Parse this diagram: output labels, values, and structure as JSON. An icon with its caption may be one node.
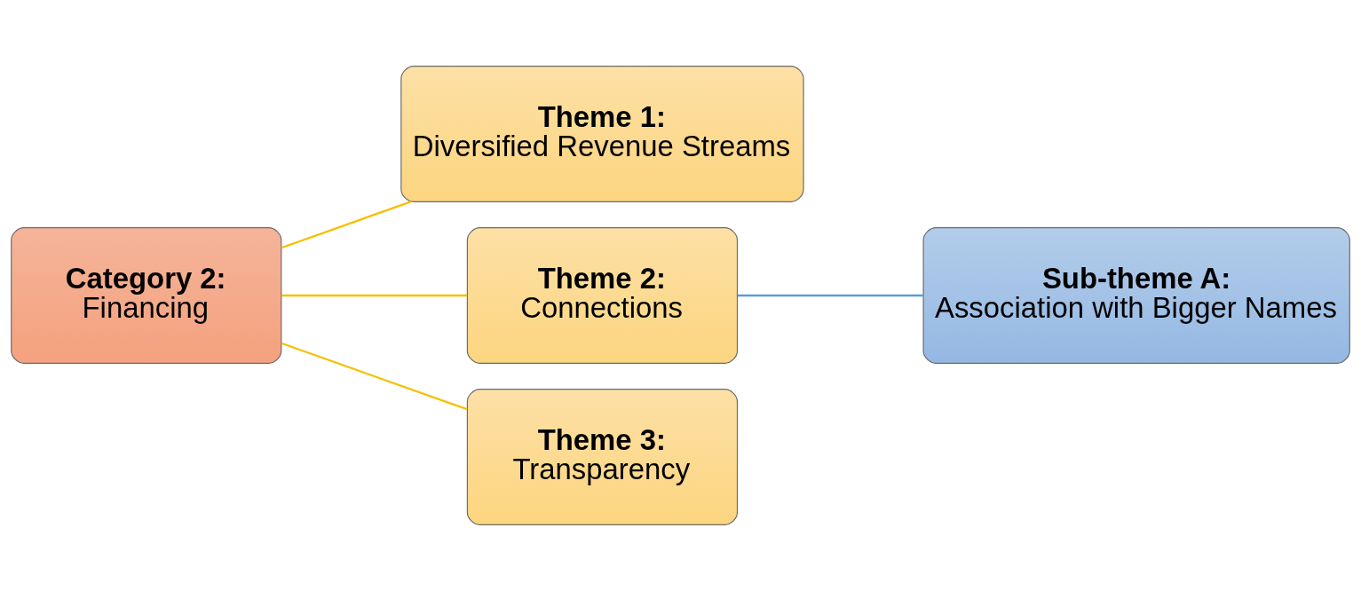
{
  "diagram": {
    "nodes": [
      {
        "text": [
          "Category 2:",
          "Financing"
        ]
      },
      {
        "text": [
          "Theme 1:",
          "Diversified Revenue Streams"
        ]
      },
      {
        "text": [
          "Theme 2:",
          "Connections"
        ]
      },
      {
        "text": [
          "Theme 3:",
          "Transparency"
        ]
      },
      {
        "text": [
          "Sub-theme A:",
          "Association with Bigger Names"
        ]
      }
    ],
    "edges": [
      {
        "from": 0,
        "to": 1,
        "arrow": "none"
      },
      {
        "from": 0,
        "to": 2,
        "arrow": "none"
      },
      {
        "from": 0,
        "to": 3,
        "arrow": "none"
      },
      {
        "from": 2,
        "to": 4,
        "arrow": "none",
        "color": "#5b9bd5"
      }
    ]
  }
}
